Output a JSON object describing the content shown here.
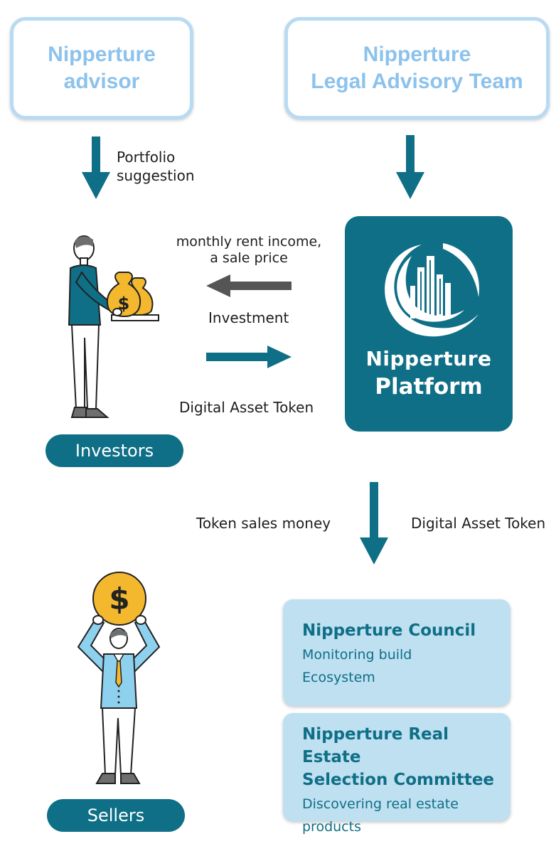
{
  "advisor": {
    "line1": "Nipperture",
    "line2": "advisor"
  },
  "legal_team": {
    "line1": "Nipperture",
    "line2": "Legal Advisory Team"
  },
  "portfolio_label": {
    "line1": "Portfolio",
    "line2": "suggestion"
  },
  "rent_label": {
    "line1": "monthly rent income,",
    "line2": "a sale price"
  },
  "investment_label": "Investment",
  "digital_token_label_1": "Digital Asset Token",
  "platform": {
    "brand": "Nipperture",
    "name": "Platform"
  },
  "investors_label": "Investors",
  "token_sales_label": "Token sales money",
  "digital_token_label_2": "Digital Asset Token",
  "sellers_label": "Sellers",
  "council": {
    "title": "Nipperture Council",
    "desc_line1": "Monitoring build",
    "desc_line2": "Ecosystem"
  },
  "selection_committee": {
    "title_line1": "Nipperture Real Estate",
    "title_line2": "Selection Committee",
    "desc_line1": "Discovering real estate",
    "desc_line2": "products"
  },
  "icons": {
    "coin_symbol": "$",
    "money_bag_symbol": "$"
  },
  "colors": {
    "primary": "#0f6f86",
    "outline": "#b8daf3",
    "outline_text": "#8cc2ec",
    "light_panel": "#bfe0f1",
    "gold": "#f3b82e",
    "dark_arrow": "#555555"
  }
}
